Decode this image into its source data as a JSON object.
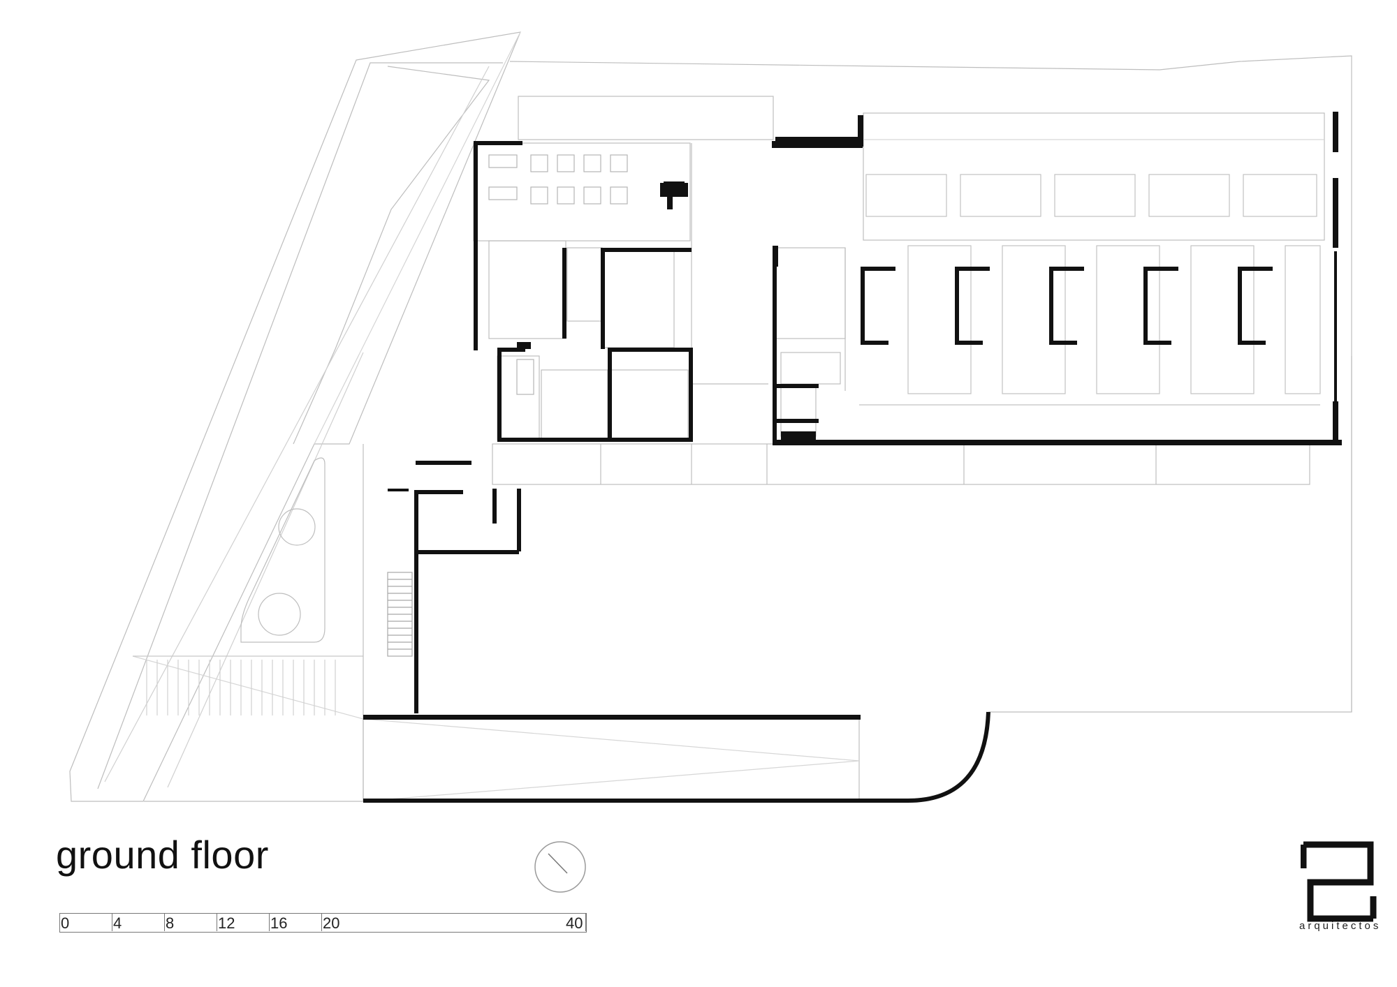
{
  "drawing": {
    "title": "ground floor"
  },
  "scale_bar": {
    "labels": [
      "0",
      "4",
      "8",
      "12",
      "16",
      "20",
      "40"
    ]
  },
  "logo": {
    "text": "arquitectos"
  },
  "icons": [
    "north-arrow-icon",
    "logo-mark-icon"
  ]
}
